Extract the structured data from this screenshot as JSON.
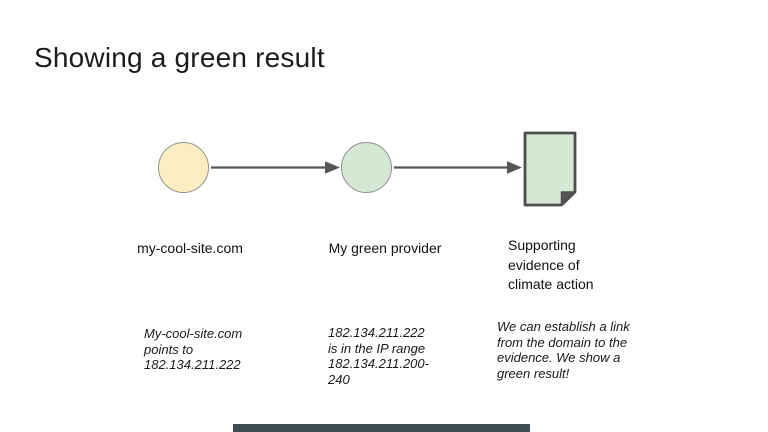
{
  "slide": {
    "title": "Showing a green result",
    "background_color": "#ffffff",
    "footer_bar_color": "#3d4e55"
  },
  "diagram": {
    "arrow_color": "#565656",
    "nodes": [
      {
        "id": "domain",
        "shape": "circle",
        "fill_color": "#fceec2",
        "border_color": "#8f8f8f",
        "label": "my-cool-site.com",
        "note": "My-cool-site.com\npoints to\n182.134.211.222"
      },
      {
        "id": "green-provider",
        "shape": "circle",
        "fill_color": "#d5e8d4",
        "border_color": "#8f8f8f",
        "label": "My green provider",
        "note": "182.134.211.222\nis in the IP range\n182.134.211.200-\n240"
      },
      {
        "id": "evidence",
        "shape": "document",
        "fill_color": "#d5e8d4",
        "border_color": "#4d4d4d",
        "label": "Supporting\nevidence of\nclimate action",
        "note": "We can establish a link\nfrom the domain to the\nevidence. We show a\ngreen result!"
      }
    ]
  }
}
